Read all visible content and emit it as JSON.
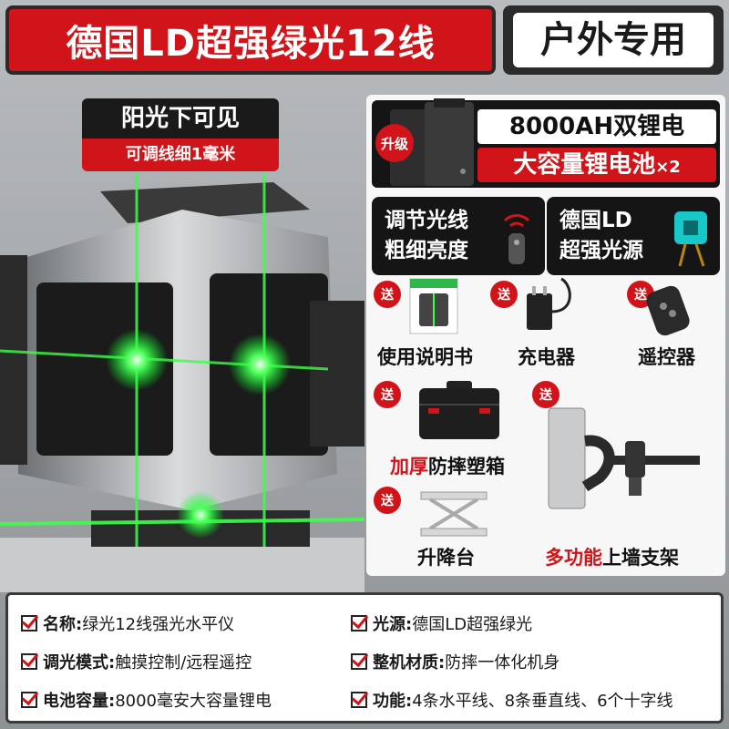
{
  "banner": {
    "main": "德国LD超强绿光12线",
    "side": "户外专用"
  },
  "sun_tag": {
    "line1": "阳光下可见",
    "line2": "可调线细1毫米"
  },
  "battery": {
    "badge": "升级",
    "line1": "8000AH双锂电",
    "line2": "大容量锂电池",
    "line2_suffix": "×2"
  },
  "features": [
    {
      "line1": "调节光线",
      "line2": "粗细亮度",
      "icon": "remote-signal-icon"
    },
    {
      "line1": "德国LD",
      "line2": "超强光源",
      "icon": "laser-diode-icon"
    }
  ],
  "gift_badge": "送",
  "gifts": {
    "manual": "使用说明书",
    "charger": "充电器",
    "remote": "遥控器",
    "case_red": "加厚",
    "case_rest": "防摔塑箱",
    "lift": "升降台",
    "mount_red": "多功能",
    "mount_rest": "上墙支架"
  },
  "specs": [
    {
      "key": "名称:",
      "value": "绿光12线强光水平仪"
    },
    {
      "key": "光源:",
      "value": "德国LD超强绿光"
    },
    {
      "key": "调光模式:",
      "value": "触摸控制/远程遥控"
    },
    {
      "key": "整机材质:",
      "value": "防摔一体化机身"
    },
    {
      "key": "电池容量:",
      "value": "8000毫安大容量锂电"
    },
    {
      "key": "功能:",
      "value": "4条水平线、8条垂直线、6个十字线"
    }
  ],
  "colors": {
    "brand_red": "#d0141a",
    "laser_green": "#3cff4a",
    "dark": "#151515"
  }
}
